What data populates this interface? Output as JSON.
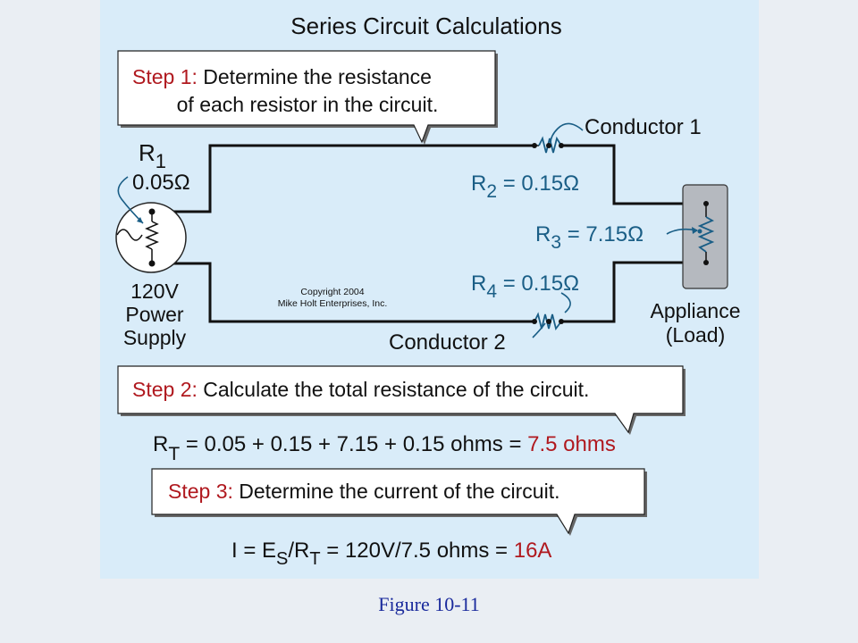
{
  "title": "Series Circuit Calculations",
  "step1": {
    "prefix": "Step 1:",
    "line1": " Determine the resistance",
    "line2": "of each resistor in the circuit."
  },
  "step2": {
    "prefix": "Step 2:",
    "text": " Calculate the total resistance of the circuit."
  },
  "step3": {
    "prefix": "Step 3:",
    "text": " Determine the current of the circuit."
  },
  "r1": {
    "letter": "R",
    "sub": "1",
    "value": "0.05Ω"
  },
  "r2": {
    "letter": "R",
    "sub": "2",
    "value": " = 0.15Ω"
  },
  "r3": {
    "letter": "R",
    "sub": "3",
    "value": "  = 7.15Ω"
  },
  "r4": {
    "letter": "R",
    "sub": "4",
    "value": " = 0.15Ω"
  },
  "conductor1": "Conductor 1",
  "conductor2": "Conductor 2",
  "power_supply": {
    "line1": "120V",
    "line2": "Power",
    "line3": "Supply"
  },
  "appliance": {
    "line1": "Appliance",
    "line2": "(Load)"
  },
  "copyright": {
    "line1": "Copyright 2004",
    "line2": "Mike Holt Enterprises, Inc."
  },
  "eq_rt": {
    "letter": "R",
    "sub": "T",
    "body": "  =  0.05 + 0.15 + 7.15 + 0.15 ohms = ",
    "result": "7.5 ohms"
  },
  "eq_i": {
    "start": "I = E",
    "sub_s": "S",
    "mid": "/R",
    "sub_t": "T",
    "body": " = 120V/7.5 ohms = ",
    "result": "16A"
  },
  "caption": "Figure 10-11",
  "colors": {
    "panel": "#d9ecf9",
    "step_label": "#b0191f",
    "values": "#1a5e86",
    "caption": "#1a2a9c"
  }
}
